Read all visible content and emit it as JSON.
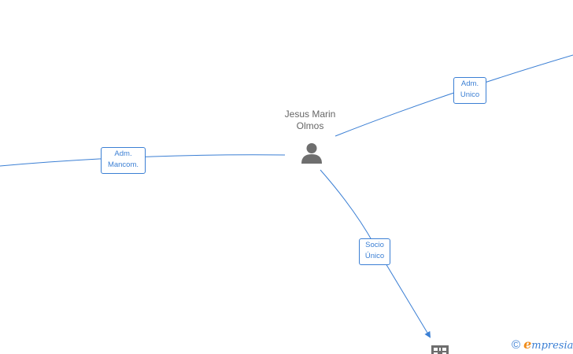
{
  "person": {
    "name_line1": "Jesus Marin",
    "name_line2": "Olmos",
    "icon": "person-icon"
  },
  "relations": [
    {
      "line1": "Adm.",
      "line2": "Unico"
    },
    {
      "line1": "Adm.",
      "line2": "Mancom."
    },
    {
      "line1": "Socio",
      "line2": "Único"
    }
  ],
  "company": {
    "icon": "building-icon"
  },
  "brand": {
    "copyright_symbol": "©",
    "initial": "e",
    "rest": "mpresia"
  },
  "colors": {
    "edge": "#3b7fd4",
    "node_icon": "#6e6e6e",
    "text": "#666666",
    "brand_accent": "#f08c1a"
  }
}
